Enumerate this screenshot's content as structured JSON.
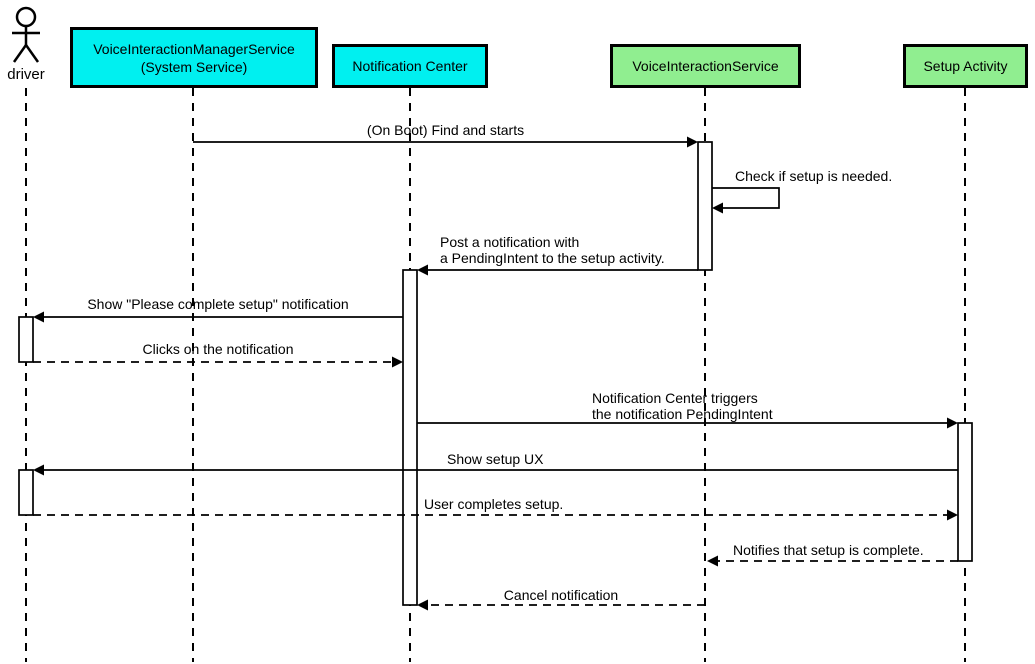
{
  "diagram": {
    "type": "uml-sequence-diagram",
    "colors": {
      "cyan": "#00F0F0",
      "green": "#90EE90",
      "line": "#000000",
      "background": "#FFFFFF"
    },
    "actor": {
      "label": "driver",
      "type": "actor"
    },
    "participants": [
      {
        "lines": [
          "VoiceInteractionManagerService",
          "(System Service)"
        ],
        "fill": "cyan"
      },
      {
        "lines": [
          "Notification Center"
        ],
        "fill": "cyan"
      },
      {
        "lines": [
          "VoiceInteractionService"
        ],
        "fill": "green"
      },
      {
        "lines": [
          "Setup Activity"
        ],
        "fill": "green"
      }
    ],
    "messages": [
      {
        "from": "VoiceInteractionManagerService (System Service)",
        "to": "VoiceInteractionService",
        "style": "solid",
        "label": "(On Boot) Find and starts"
      },
      {
        "from": "VoiceInteractionService",
        "to": "VoiceInteractionService",
        "style": "solid-self",
        "label": "Check if setup is needed."
      },
      {
        "from": "VoiceInteractionService",
        "to": "Notification Center",
        "style": "solid",
        "lines": [
          "Post a notification with",
          "a PendingIntent to the setup activity."
        ]
      },
      {
        "from": "Notification Center",
        "to": "driver",
        "style": "solid",
        "label": "Show \"Please complete setup\" notification"
      },
      {
        "from": "driver",
        "to": "Notification Center",
        "style": "dashed",
        "label": "Clicks on the notification"
      },
      {
        "from": "Notification Center",
        "to": "Setup Activity",
        "style": "solid",
        "lines": [
          "Notification Center triggers",
          "the notification PendingIntent"
        ]
      },
      {
        "from": "Setup Activity",
        "to": "driver",
        "style": "solid",
        "label": "Show setup UX"
      },
      {
        "from": "driver",
        "to": "Setup Activity",
        "style": "dashed",
        "label": "User completes setup."
      },
      {
        "from": "Setup Activity",
        "to": "VoiceInteractionService",
        "style": "dashed",
        "label": "Notifies that setup is complete."
      },
      {
        "from": "VoiceInteractionService",
        "to": "Notification Center",
        "style": "dashed",
        "label": "Cancel notification"
      }
    ]
  }
}
